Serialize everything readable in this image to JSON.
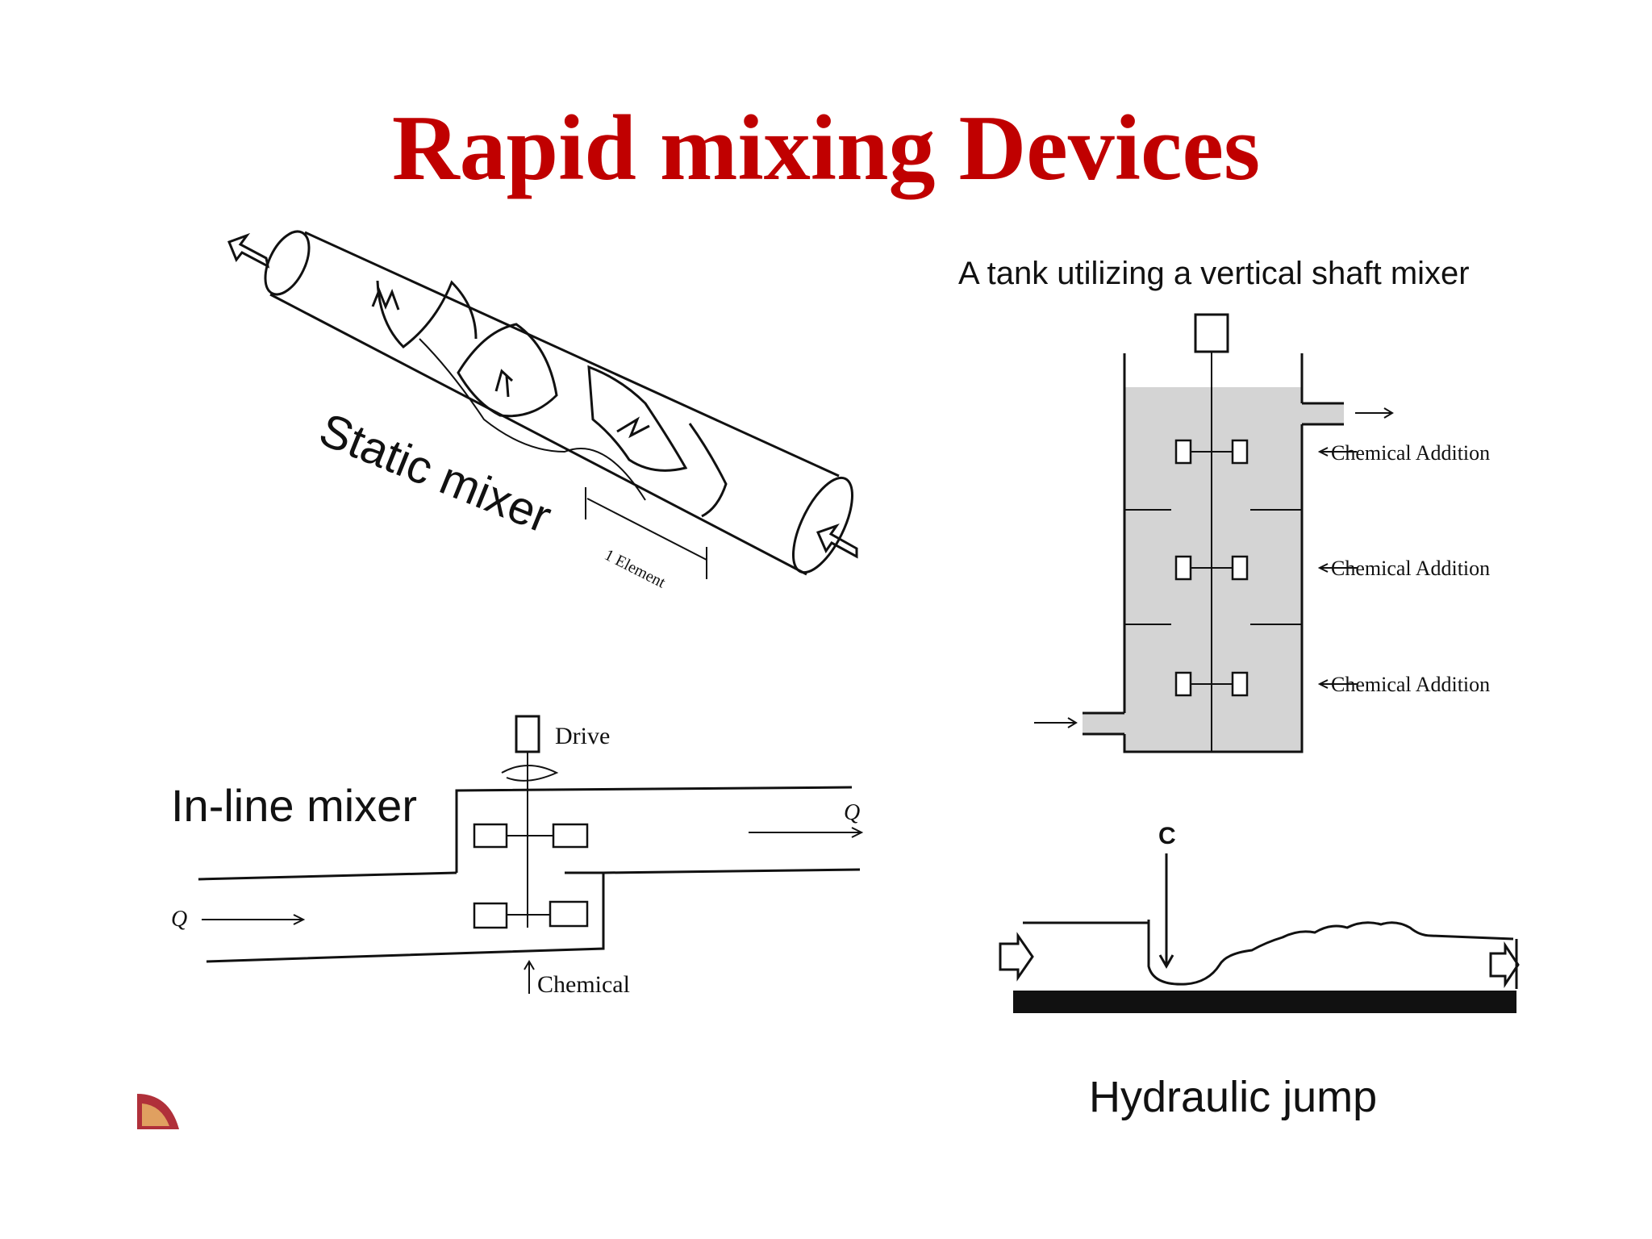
{
  "title": "Rapid mixing Devices",
  "static_mixer": {
    "label": "Static mixer",
    "element_label": "1 Element"
  },
  "tank_mixer": {
    "caption": "A tank utilizing a vertical shaft mixer",
    "chemical_labels": [
      "Chemical Addition",
      "Chemical Addition",
      "Chemical Addition"
    ]
  },
  "inline_mixer": {
    "label": "In-line mixer",
    "drive_label": "Drive",
    "flow_in_label": "Q",
    "flow_out_label": "Q",
    "chemical_label": "Chemical"
  },
  "hydraulic_jump": {
    "label": "Hydraulic jump",
    "chemical_marker": "C"
  },
  "colors": {
    "title": "#c00000",
    "tank_fill": "#d4d4d4",
    "lines": "#111111"
  }
}
